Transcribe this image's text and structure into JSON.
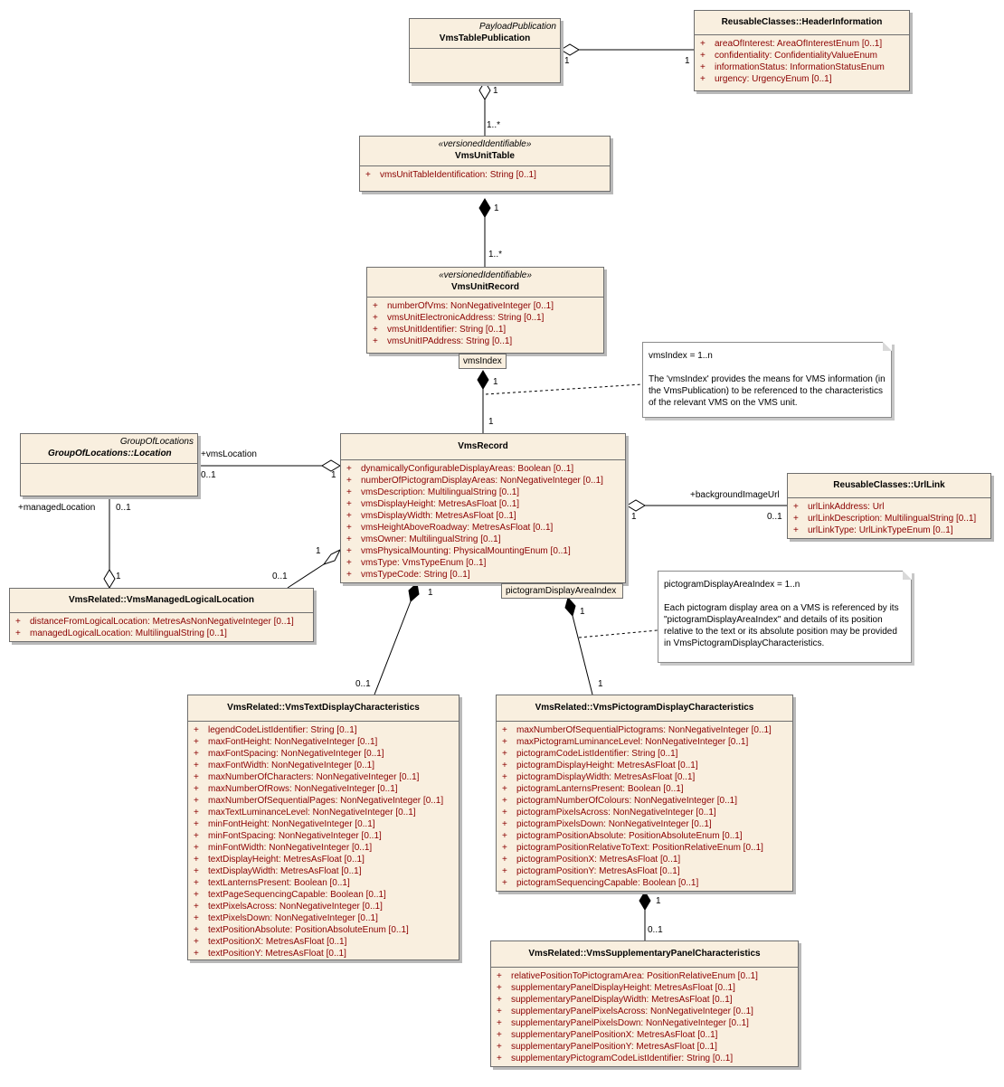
{
  "classes": {
    "vtp": {
      "stereotype": "PayloadPublication",
      "name": "VmsTablePublication",
      "attributes": []
    },
    "hdr": {
      "stereotype": "",
      "name": "ReusableClasses::HeaderInformation",
      "attributes": [
        {
          "vis": "+",
          "text": "areaOfInterest:  AreaOfInterestEnum [0..1]"
        },
        {
          "vis": "+",
          "text": "confidentiality:  ConfidentialityValueEnum"
        },
        {
          "vis": "+",
          "text": "informationStatus:  InformationStatusEnum"
        },
        {
          "vis": "+",
          "text": "urgency:  UrgencyEnum [0..1]"
        }
      ]
    },
    "vut": {
      "stereotype": "«versionedIdentifiable»",
      "name": "VmsUnitTable",
      "attributes": [
        {
          "vis": "+",
          "text": "vmsUnitTableIdentification:  String [0..1]"
        }
      ]
    },
    "vur": {
      "stereotype": "«versionedIdentifiable»",
      "name": "VmsUnitRecord",
      "attributes": [
        {
          "vis": "+",
          "text": "numberOfVms:  NonNegativeInteger [0..1]"
        },
        {
          "vis": "+",
          "text": "vmsUnitElectronicAddress:  String [0..1]"
        },
        {
          "vis": "+",
          "text": "vmsUnitIdentifier:  String [0..1]"
        },
        {
          "vis": "+",
          "text": "vmsUnitIPAddress:  String [0..1]"
        }
      ]
    },
    "loc": {
      "stereotype": "GroupOfLocations",
      "name": "GroupOfLocations::Location",
      "attributes": []
    },
    "vr": {
      "stereotype": "",
      "name": "VmsRecord",
      "attributes": [
        {
          "vis": "+",
          "text": "dynamicallyConfigurableDisplayAreas:  Boolean [0..1]"
        },
        {
          "vis": "+",
          "text": "numberOfPictogramDisplayAreas:  NonNegativeInteger [0..1]"
        },
        {
          "vis": "+",
          "text": "vmsDescription:  MultilingualString [0..1]"
        },
        {
          "vis": "+",
          "text": "vmsDisplayHeight:  MetresAsFloat [0..1]"
        },
        {
          "vis": "+",
          "text": "vmsDisplayWidth:  MetresAsFloat [0..1]"
        },
        {
          "vis": "+",
          "text": "vmsHeightAboveRoadway:  MetresAsFloat [0..1]"
        },
        {
          "vis": "+",
          "text": "vmsOwner:  MultilingualString [0..1]"
        },
        {
          "vis": "+",
          "text": "vmsPhysicalMounting:  PhysicalMountingEnum [0..1]"
        },
        {
          "vis": "+",
          "text": "vmsType:  VmsTypeEnum [0..1]"
        },
        {
          "vis": "+",
          "text": "vmsTypeCode:  String [0..1]"
        }
      ]
    },
    "url": {
      "stereotype": "",
      "name": "ReusableClasses::UrlLink",
      "attributes": [
        {
          "vis": "+",
          "text": "urlLinkAddress:  Url"
        },
        {
          "vis": "+",
          "text": "urlLinkDescription:  MultilingualString [0..1]"
        },
        {
          "vis": "+",
          "text": "urlLinkType:  UrlLinkTypeEnum [0..1]"
        }
      ]
    },
    "vmll": {
      "stereotype": "",
      "name": "VmsRelated::VmsManagedLogicalLocation",
      "attributes": [
        {
          "vis": "+",
          "text": "distanceFromLogicalLocation:  MetresAsNonNegativeInteger [0..1]"
        },
        {
          "vis": "+",
          "text": "managedLogicalLocation:  MultilingualString [0..1]"
        }
      ]
    },
    "tdc": {
      "stereotype": "",
      "name": "VmsRelated::VmsTextDisplayCharacteristics",
      "attributes": [
        {
          "vis": "+",
          "text": "legendCodeListIdentifier:  String [0..1]"
        },
        {
          "vis": "+",
          "text": "maxFontHeight:  NonNegativeInteger [0..1]"
        },
        {
          "vis": "+",
          "text": "maxFontSpacing:  NonNegativeInteger [0..1]"
        },
        {
          "vis": "+",
          "text": "maxFontWidth:  NonNegativeInteger [0..1]"
        },
        {
          "vis": "+",
          "text": "maxNumberOfCharacters:  NonNegativeInteger [0..1]"
        },
        {
          "vis": "+",
          "text": "maxNumberOfRows:  NonNegativeInteger [0..1]"
        },
        {
          "vis": "+",
          "text": "maxNumberOfSequentialPages:  NonNegativeInteger [0..1]"
        },
        {
          "vis": "+",
          "text": "maxTextLuminanceLevel:  NonNegativeInteger [0..1]"
        },
        {
          "vis": "+",
          "text": "minFontHeight:  NonNegativeInteger [0..1]"
        },
        {
          "vis": "+",
          "text": "minFontSpacing:  NonNegativeInteger [0..1]"
        },
        {
          "vis": "+",
          "text": "minFontWidth:  NonNegativeInteger [0..1]"
        },
        {
          "vis": "+",
          "text": "textDisplayHeight:  MetresAsFloat [0..1]"
        },
        {
          "vis": "+",
          "text": "textDisplayWidth:  MetresAsFloat [0..1]"
        },
        {
          "vis": "+",
          "text": "textLanternsPresent:  Boolean [0..1]"
        },
        {
          "vis": "+",
          "text": "textPageSequencingCapable:  Boolean [0..1]"
        },
        {
          "vis": "+",
          "text": "textPixelsAcross:  NonNegativeInteger [0..1]"
        },
        {
          "vis": "+",
          "text": "textPixelsDown:  NonNegativeInteger [0..1]"
        },
        {
          "vis": "+",
          "text": "textPositionAbsolute:  PositionAbsoluteEnum [0..1]"
        },
        {
          "vis": "+",
          "text": "textPositionX:  MetresAsFloat [0..1]"
        },
        {
          "vis": "+",
          "text": "textPositionY:  MetresAsFloat [0..1]"
        }
      ]
    },
    "pdc": {
      "stereotype": "",
      "name": "VmsRelated::VmsPictogramDisplayCharacteristics",
      "attributes": [
        {
          "vis": "+",
          "text": "maxNumberOfSequentialPictograms:  NonNegativeInteger [0..1]"
        },
        {
          "vis": "+",
          "text": "maxPictogramLuminanceLevel:  NonNegativeInteger [0..1]"
        },
        {
          "vis": "+",
          "text": "pictogramCodeListIdentifier:  String [0..1]"
        },
        {
          "vis": "+",
          "text": "pictogramDisplayHeight:  MetresAsFloat [0..1]"
        },
        {
          "vis": "+",
          "text": "pictogramDisplayWidth:  MetresAsFloat [0..1]"
        },
        {
          "vis": "+",
          "text": "pictogramLanternsPresent:  Boolean [0..1]"
        },
        {
          "vis": "+",
          "text": "pictogramNumberOfColours:  NonNegativeInteger [0..1]"
        },
        {
          "vis": "+",
          "text": "pictogramPixelsAcross:  NonNegativeInteger [0..1]"
        },
        {
          "vis": "+",
          "text": "pictogramPixelsDown:  NonNegativeInteger [0..1]"
        },
        {
          "vis": "+",
          "text": "pictogramPositionAbsolute:  PositionAbsoluteEnum [0..1]"
        },
        {
          "vis": "+",
          "text": "pictogramPositionRelativeToText:  PositionRelativeEnum [0..1]"
        },
        {
          "vis": "+",
          "text": "pictogramPositionX:  MetresAsFloat [0..1]"
        },
        {
          "vis": "+",
          "text": "pictogramPositionY:  MetresAsFloat [0..1]"
        },
        {
          "vis": "+",
          "text": "pictogramSequencingCapable:  Boolean [0..1]"
        }
      ]
    },
    "spc": {
      "stereotype": "",
      "name": "VmsRelated::VmsSupplementaryPanelCharacteristics",
      "attributes": [
        {
          "vis": "+",
          "text": "relativePositionToPictogramArea:  PositionRelativeEnum [0..1]"
        },
        {
          "vis": "+",
          "text": "supplementaryPanelDisplayHeight:  MetresAsFloat [0..1]"
        },
        {
          "vis": "+",
          "text": "supplementaryPanelDisplayWidth:  MetresAsFloat [0..1]"
        },
        {
          "vis": "+",
          "text": "supplementaryPanelPixelsAcross:  NonNegativeInteger [0..1]"
        },
        {
          "vis": "+",
          "text": "supplementaryPanelPixelsDown:  NonNegativeInteger [0..1]"
        },
        {
          "vis": "+",
          "text": "supplementaryPanelPositionX:  MetresAsFloat [0..1]"
        },
        {
          "vis": "+",
          "text": "supplementaryPanelPositionY:  MetresAsFloat [0..1]"
        },
        {
          "vis": "+",
          "text": "supplementaryPictogramCodeListIdentifier:  String [0..1]"
        }
      ]
    }
  },
  "qualifiers": {
    "vmsIndex": "vmsIndex",
    "pictogramDisplayAreaIndex": "pictogramDisplayAreaIndex"
  },
  "notes": {
    "vmsIndex": {
      "title": "vmsIndex = 1..n",
      "body": "The 'vmsIndex' provides the means for VMS information (in the VmsPublication) to be referenced to the characteristics of the relevant VMS on the VMS unit."
    },
    "pictogram": {
      "title": "pictogramDisplayAreaIndex = 1..n",
      "body": "Each pictogram display area on a VMS is referenced by its \"pictogramDisplayAreaIndex\" and details of its position relative to the text or its absolute position may be provided in VmsPictogramDisplayCharacteristics."
    }
  },
  "labels": {
    "vtp_hdr_a": "1",
    "vtp_hdr_b": "1",
    "vtp_vut_a": "1",
    "vtp_vut_b": "1..*",
    "vut_vur_a": "1",
    "vut_vur_b": "1..*",
    "vur_vr_a": "1",
    "vur_vr_b": "1",
    "loc_role": "+vmsLocation",
    "loc_a": "0..1",
    "loc_b": "1",
    "url_role": "+backgroundImageUrl",
    "url_a": "1",
    "url_b": "0..1",
    "ml_role": "+managedLocation",
    "ml_a": "0..1",
    "ml_b": "1",
    "vmll_a": "1",
    "vmll_b": "0..1",
    "tdc_a": "1",
    "tdc_b": "0..1",
    "pdc_a": "1",
    "pdc_b": "1",
    "spc_a": "1",
    "spc_b": "0..1"
  }
}
